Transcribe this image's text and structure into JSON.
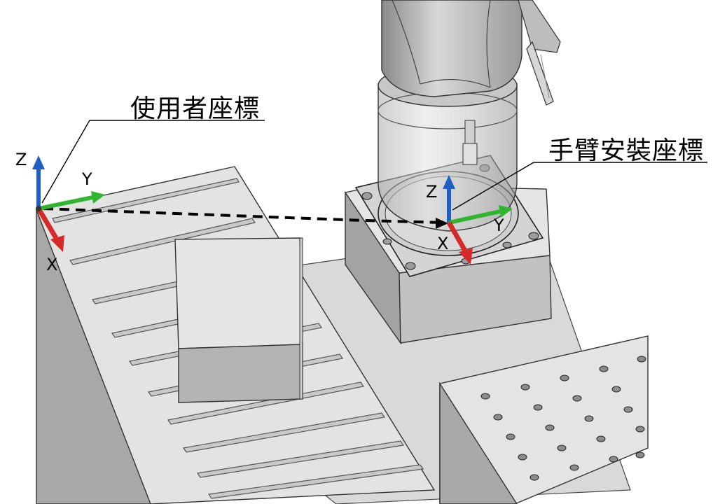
{
  "labels": {
    "user_frame": "使用者座標",
    "robot_frame": "手臂安裝座標"
  },
  "user_axes": {
    "z": "Z",
    "y": "Y",
    "x": "X"
  },
  "robot_axes": {
    "z": "Z",
    "y": "Y",
    "x": "X"
  },
  "colors": {
    "x_axis": "#d62a2a",
    "y_axis": "#2fb52f",
    "z_axis": "#1f5fbf",
    "background": "#ffffff"
  }
}
